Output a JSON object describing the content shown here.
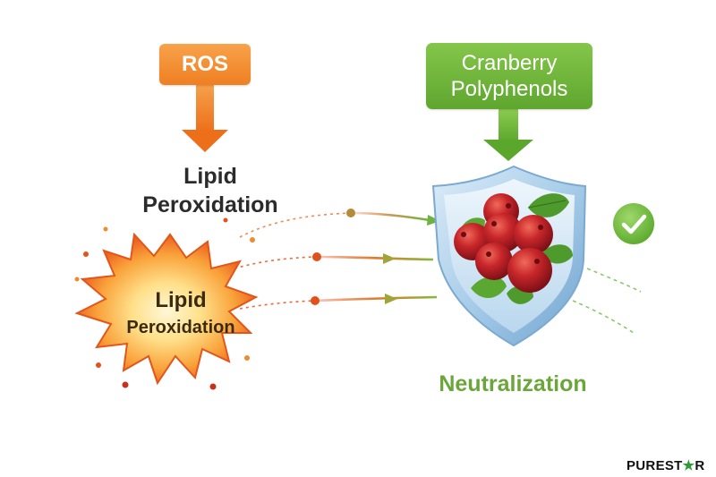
{
  "ros_label": "ROS",
  "cranberry_label_line1": "Cranberry",
  "cranberry_label_line2": "Polyphenols",
  "lipid_heading_line1": "Lipid",
  "lipid_heading_line2": "Peroxidation",
  "burst_label_line1": "Lipid",
  "burst_label_line2": "Peroxidation",
  "result_label": "Neutralization",
  "brand_text": "PURESTAR",
  "brand_prefix": "PUREST",
  "brand_star": "★",
  "brand_suffix": "R",
  "colors": {
    "ros_orange": "#f08a2c",
    "cranberry_green": "#6cb33d",
    "check_green": "#7cc142",
    "berry_red": "#c42a2a",
    "shield_blue": "#9cc7e8"
  },
  "icons": [
    "down-arrow-icon",
    "explosion-icon",
    "shield-icon",
    "cranberry-icon",
    "leaf-icon",
    "checkmark-icon"
  ]
}
